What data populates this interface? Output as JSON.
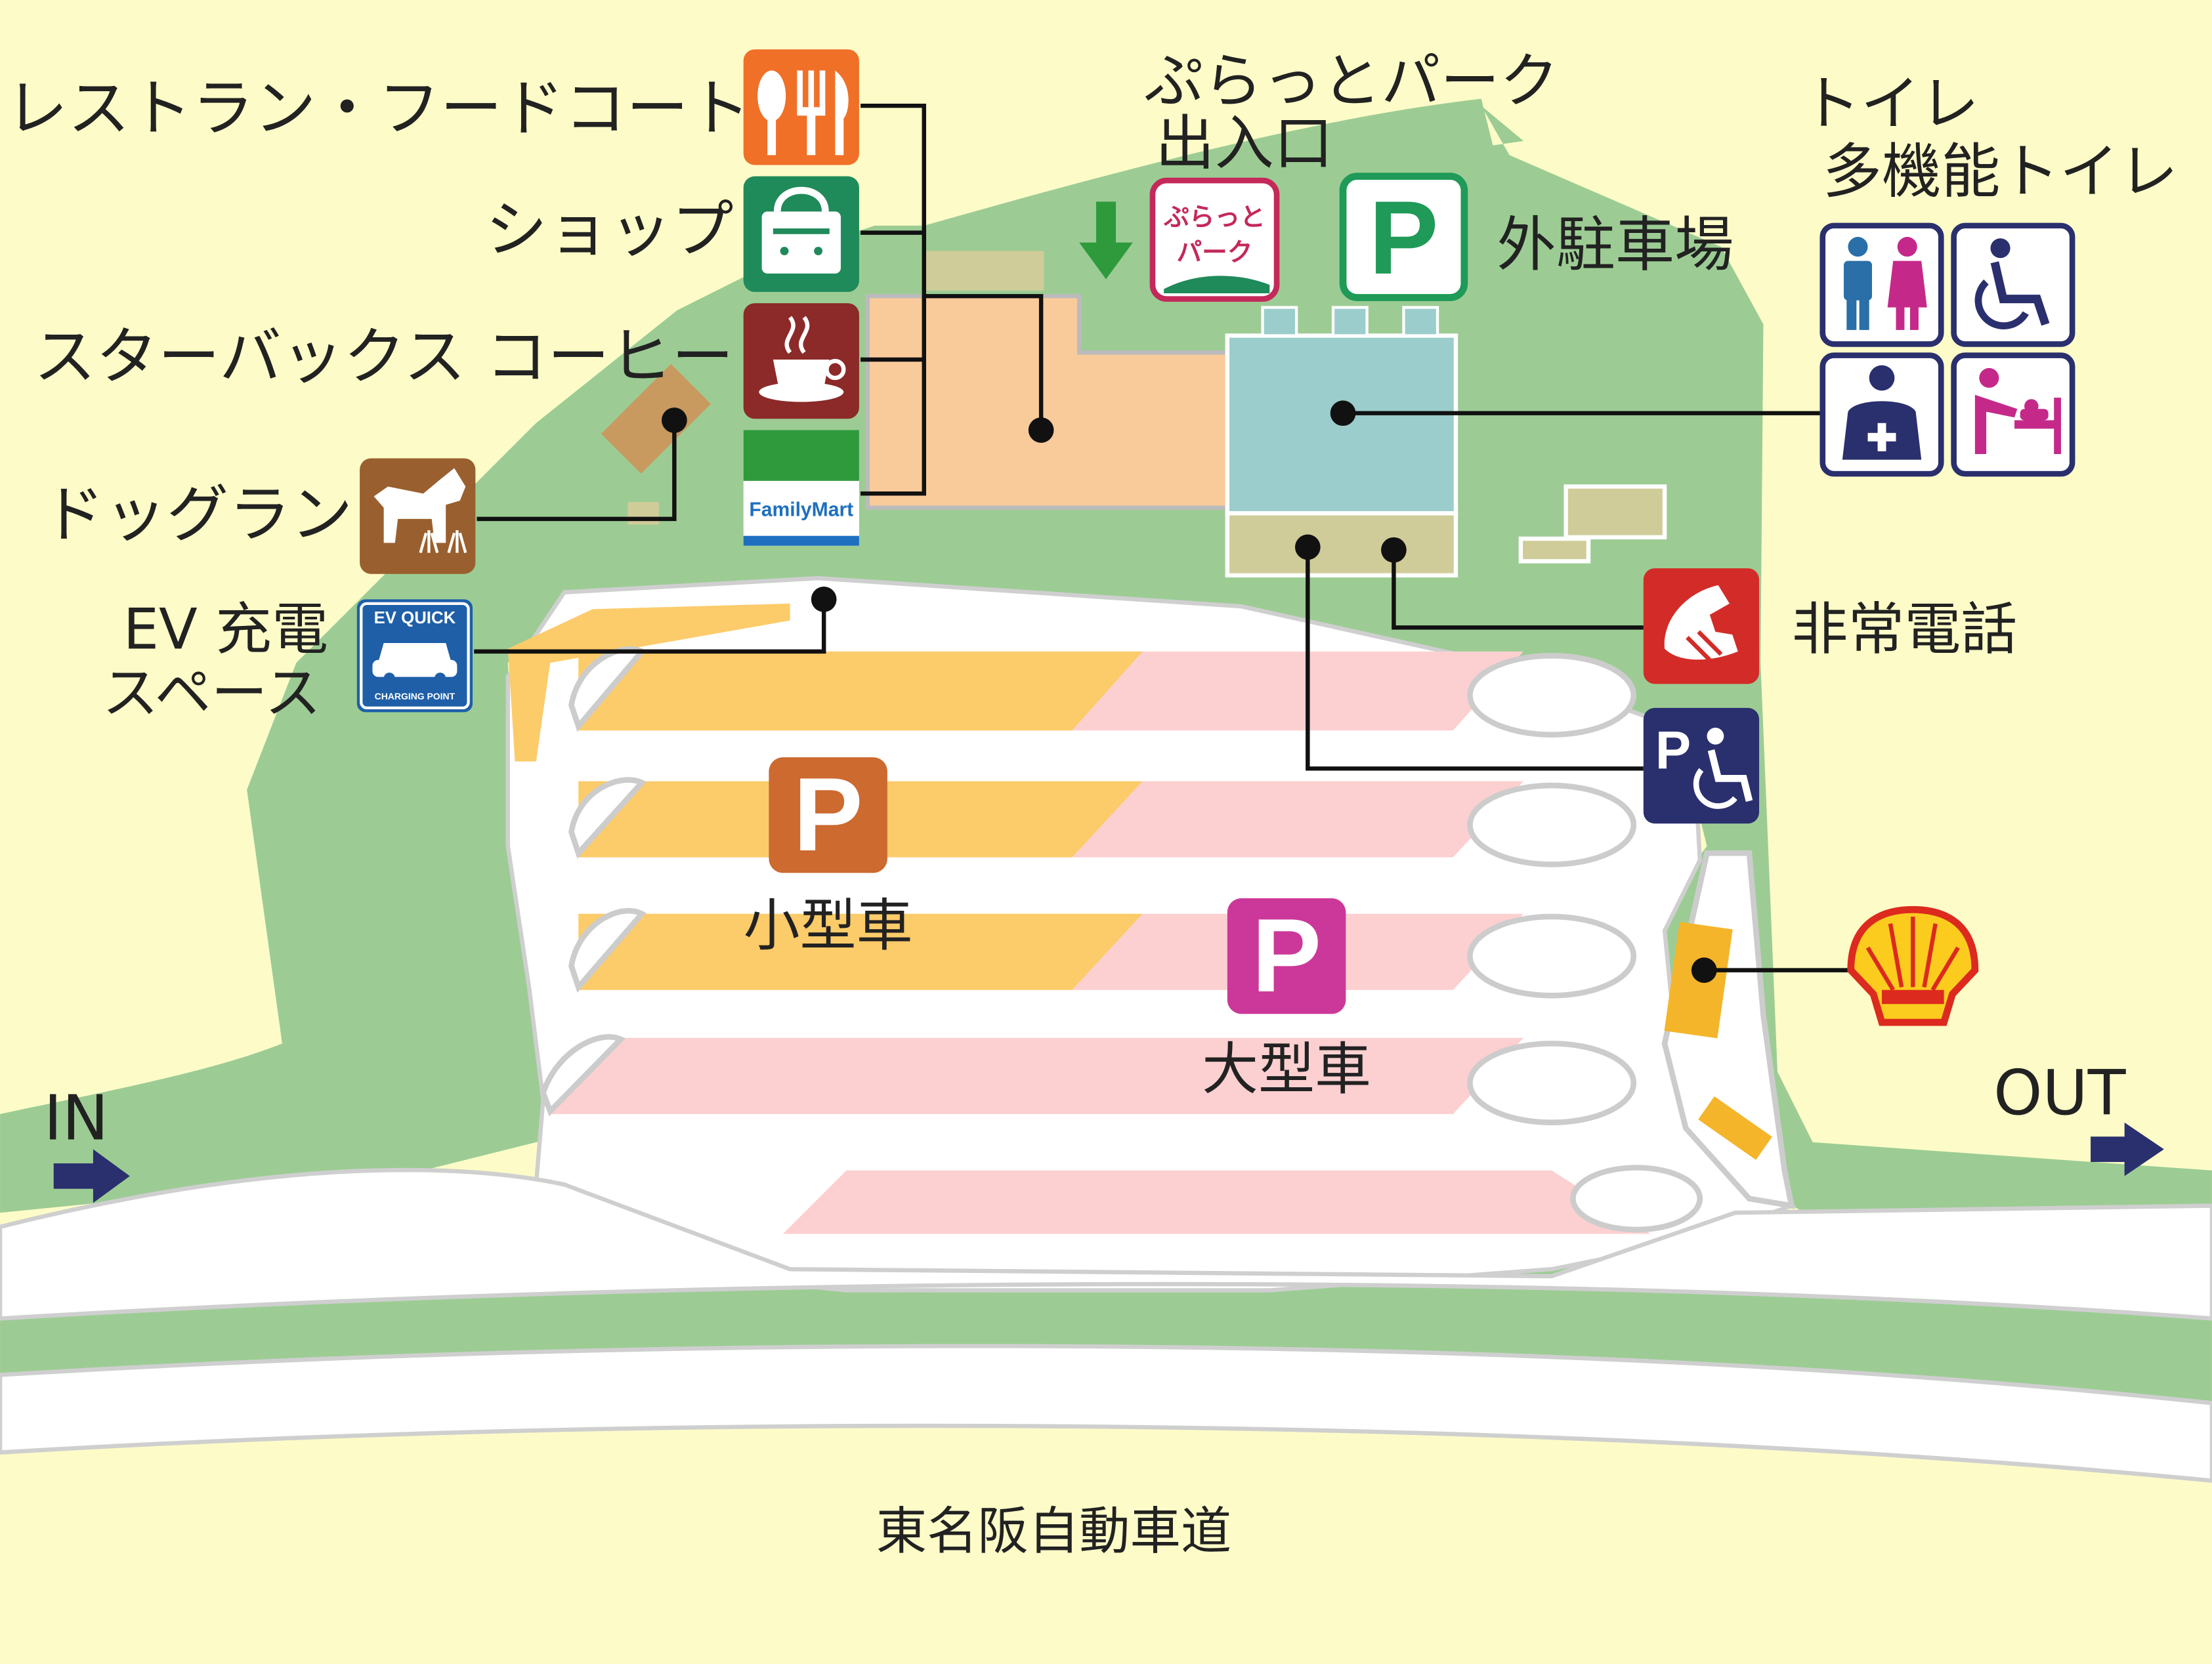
{
  "labels": {
    "restaurant": "レストラン・フードコート",
    "shop": "ショップ",
    "starbucks": "スターバックス コーヒー",
    "dogrun": "ドッグラン",
    "ev_line1": "EV 充電",
    "ev_line2": "スペース",
    "plat_line1": "ぷらっとパーク",
    "plat_line2": "出入口",
    "outer_parking": "外駐車場",
    "toilet_line1": "トイレ",
    "toilet_line2": "多機能トイレ",
    "emergency_phone": "非常電話",
    "small_car": "小型車",
    "large_car": "大型車",
    "in": "IN",
    "out": "OUT",
    "highway": "東名阪自動車道"
  },
  "icons": {
    "parking_letter": "P",
    "familymart": "FamilyMart",
    "ev_quick": "EV QUICK",
    "ev_charging_point": "CHARGING POINT",
    "plat_sign_line1": "ぷらっと",
    "plat_sign_line2": "パーク"
  },
  "colors": {
    "background": "#fdfcc8",
    "green_area": "#9ccc94",
    "road": "#ffffff",
    "small_car_zone": "#fccb6a",
    "large_car_zone": "#fcd0d0",
    "building_main": "#facb9a",
    "building_toilet": "#9bcdcc",
    "building_tan": "#d0cc99",
    "restaurant_icon": "#f07028",
    "shop_icon": "#1f8a5a",
    "starbucks_icon": "#8b2a28",
    "familymart_green": "#2e9a3c",
    "familymart_blue": "#1e6fc0",
    "dog_icon": "#9a5f2e",
    "ev_icon": "#1e5fa8",
    "plat_icon": "#c4295a",
    "outer_p_icon": "#1f9a58",
    "toilet_icon_border": "#2a2f6e",
    "emergency_icon": "#d32c28",
    "accessible_parking_icon": "#2a2f6e",
    "small_p_icon": "#cc6a30",
    "large_p_icon": "#cc3899",
    "shell_yellow": "#fbcc1e",
    "shell_red": "#dc2a1e",
    "arrow_navy": "#2a2f6e"
  }
}
